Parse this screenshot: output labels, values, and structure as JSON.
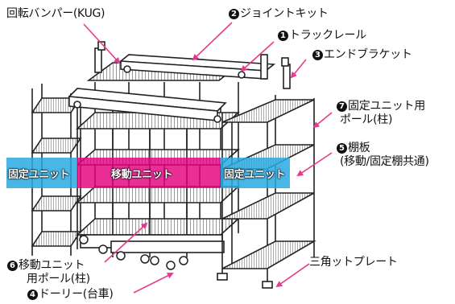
{
  "colors": {
    "fixed_band": "#29a9e1",
    "moving_band": "#e4007f",
    "arrow": "#e83a8c",
    "line": "#222222"
  },
  "callouts": {
    "bumper": {
      "text": "回転バンパー(KUG)"
    },
    "joint": {
      "num": "2",
      "text": "ジョイントキット"
    },
    "track": {
      "num": "1",
      "text": "トラックレール"
    },
    "end_bracket": {
      "num": "3",
      "text": "エンドブラケット"
    },
    "fixed_pole": {
      "num": "7",
      "line1": "固定ユニット用",
      "line2": "ポール(柱)"
    },
    "shelf": {
      "num": "5",
      "line1": "棚板",
      "line2": "(移動/固定棚共通)"
    },
    "moving_pole": {
      "num": "6",
      "line1": "移動ユニット",
      "line2": "用ポール(柱)"
    },
    "dolly": {
      "num": "4",
      "text": "ドーリー(台車)"
    },
    "triangle_plate": {
      "text": "三角ットプレート"
    }
  },
  "bands": {
    "fixed_left": "固定ユニット",
    "moving": "移動ユニット",
    "fixed_right": "固定ユニット"
  }
}
